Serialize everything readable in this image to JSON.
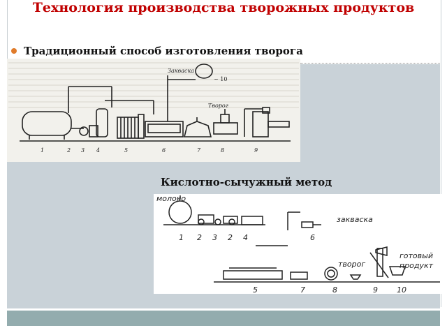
{
  "slide": {
    "title": "Технология производства творожных продуктов",
    "bullet": "Традиционный способ изготовления творога",
    "subheading": "Кислотно-сычужный метод"
  },
  "diagram1": {
    "labels": {
      "zakvaska": "Закваска",
      "tvorog": "Творог",
      "ten": "~ 10"
    },
    "numbers": [
      "1",
      "2",
      "3",
      "4",
      "5",
      "6",
      "7",
      "8",
      "9"
    ]
  },
  "diagram2": {
    "labels": {
      "moloko": "молоко",
      "zakvaska": "закваска",
      "tvorog": "творог",
      "gotoviy": "готовый",
      "produkt": "продукт"
    },
    "numbers_top": [
      "1",
      "2",
      "3",
      "2",
      "4",
      "6"
    ],
    "numbers_bottom": [
      "5",
      "7",
      "8",
      "9",
      "10"
    ]
  },
  "colors": {
    "title": "#c00000",
    "bullet": "#e07b2a",
    "panel": "#c9d2d8",
    "bar": "#93acae"
  }
}
